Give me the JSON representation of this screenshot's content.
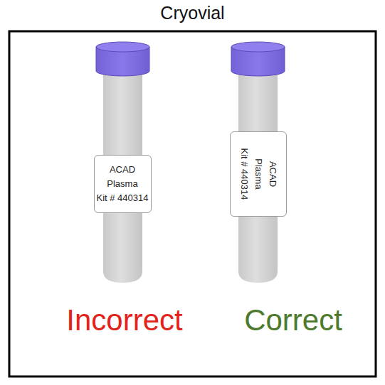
{
  "diagram": {
    "title": "Cryovial",
    "nodes": [
      {
        "text": [
          "ACAD",
          "Plasma",
          "Kit # 440314"
        ]
      },
      {
        "text": [
          "ACAD",
          "Plasma",
          "Kit # 440314"
        ]
      }
    ],
    "labels": [
      "Incorrect",
      "Correct"
    ]
  }
}
